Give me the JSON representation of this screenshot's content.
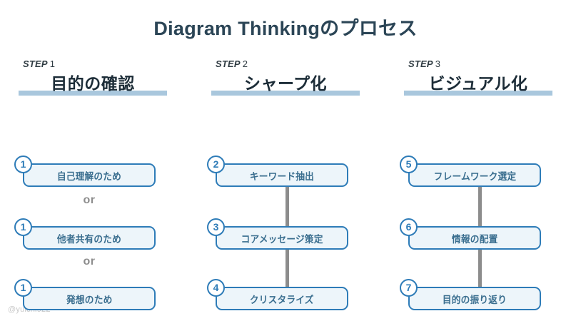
{
  "title": "Diagram Thinkingのプロセス",
  "watermark": "@yuichi922",
  "colors": {
    "title": "#2b4556",
    "box_border": "#2e7cb8",
    "box_fill": "#edf5fa",
    "box_text": "#3a6e8f",
    "underline_bar": "#a9c7dd",
    "arrow": "#8c8c8c",
    "or_text": "#8d8d8d",
    "background": "#ffffff"
  },
  "columns": [
    {
      "eyebrow_label": "STEP",
      "eyebrow_number": "1",
      "heading": "目的の確認",
      "has_arrow": false,
      "separators": [
        "or",
        "or"
      ],
      "nodes": [
        {
          "number": "1",
          "label": "自己理解のため"
        },
        {
          "number": "1",
          "label": "他者共有のため"
        },
        {
          "number": "1",
          "label": "発想のため"
        }
      ]
    },
    {
      "eyebrow_label": "STEP",
      "eyebrow_number": "2",
      "heading": "シャープ化",
      "has_arrow": true,
      "separators": [
        "",
        ""
      ],
      "nodes": [
        {
          "number": "2",
          "label": "キーワード抽出"
        },
        {
          "number": "3",
          "label": "コアメッセージ策定"
        },
        {
          "number": "4",
          "label": "クリスタライズ"
        }
      ]
    },
    {
      "eyebrow_label": "STEP",
      "eyebrow_number": "3",
      "heading": "ビジュアル化",
      "has_arrow": true,
      "separators": [
        "",
        ""
      ],
      "nodes": [
        {
          "number": "5",
          "label": "フレームワーク選定"
        },
        {
          "number": "6",
          "label": "情報の配置"
        },
        {
          "number": "7",
          "label": "目的の振り返り"
        }
      ]
    }
  ]
}
